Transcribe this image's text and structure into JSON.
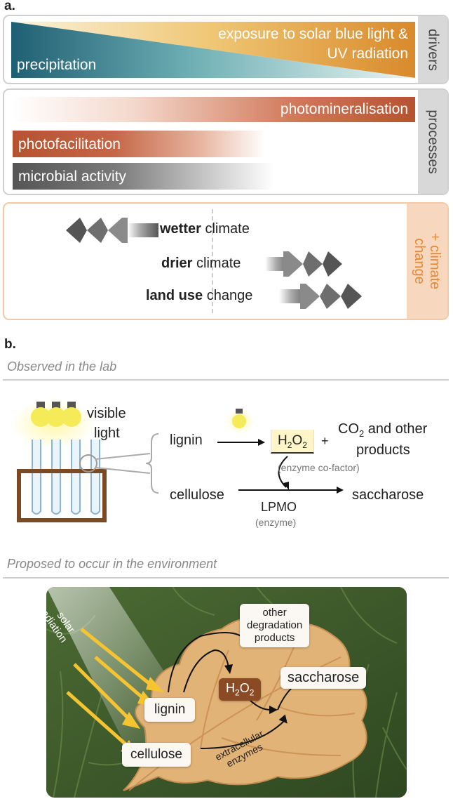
{
  "panel_a": {
    "label": "a.",
    "drivers": {
      "tab": "drivers",
      "precipitation": "precipitation",
      "exposure_line1": "exposure to solar blue light &",
      "exposure_line2": "UV radiation"
    },
    "processes": {
      "tab": "processes",
      "photomineralisation": "photomineralisation",
      "photofacilitation": "photofacilitation",
      "microbial": "microbial activity"
    },
    "climate": {
      "tab_line1": "+ climate",
      "tab_line2": "change",
      "wetter_bold": "wetter",
      "wetter_rest": " climate",
      "drier_bold": "drier",
      "drier_rest": " climate",
      "landuse_bold": "land use",
      "landuse_rest": " change"
    }
  },
  "panel_b": {
    "label": "b.",
    "lab_title": "Observed in the lab",
    "visible_line1": "visible",
    "visible_line2": "light",
    "lignin": "lignin",
    "cellulose": "cellulose",
    "h2o2_main": "H",
    "h2o2_sub1": "2",
    "h2o2_o": "O",
    "h2o2_sub2": "2",
    "plus": "+",
    "co2_c": "CO",
    "co2_sub": "2",
    "co2_rest": " and other",
    "products": "products",
    "cofactor": "(enzyme co-factor)",
    "lpmo": "LPMO",
    "enzyme": "(enzyme)",
    "saccharose": "saccharose",
    "env_title": "Proposed to occur in the environment",
    "env": {
      "solar_line1": "solar",
      "solar_line2": "radiation",
      "other_line1": "other",
      "other_line2": "degradation",
      "other_line3": "products",
      "h2o2_h": "H",
      "h2o2_s1": "2",
      "h2o2_o": "O",
      "h2o2_s2": "2",
      "saccharose": "saccharose",
      "lignin": "lignin",
      "cellulose": "cellulose",
      "extra_line1": "extracellular",
      "extra_line2": "enzymes"
    }
  },
  "colors": {
    "teal": "#1f5f73",
    "orange": "#d98a2b",
    "rust": "#b5532f",
    "gray_bar": "#555555",
    "climate_orange": "#e08a3a",
    "climate_tab": "#f7d7bd"
  }
}
